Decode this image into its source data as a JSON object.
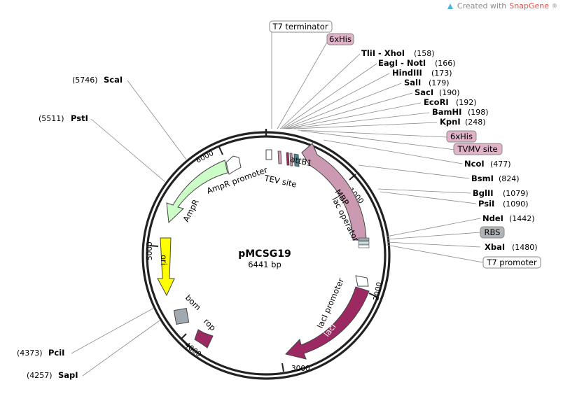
{
  "credit": {
    "prefix": "Created with",
    "brand": "SnapGene",
    "mark": "®",
    "icon": "snapgene-logo-icon"
  },
  "plasmid": {
    "name": "pMCSG19",
    "size_label": "6441 bp"
  },
  "ticks": [
    "1000",
    "2000",
    "3000",
    "4000",
    "5000",
    "6000"
  ],
  "sites_left": [
    {
      "name": "ScaI",
      "pos": "(5746)"
    },
    {
      "name": "PstI",
      "pos": "(5511)"
    },
    {
      "name": "PciI",
      "pos": "(4373)"
    },
    {
      "name": "SapI",
      "pos": "(4257)"
    }
  ],
  "sites_right": [
    {
      "name": "TliI - XhoI",
      "pos": "(158)"
    },
    {
      "name": "EagI - NotI",
      "pos": "(166)"
    },
    {
      "name": "HindIII",
      "pos": "(173)"
    },
    {
      "name": "SalI",
      "pos": "(179)"
    },
    {
      "name": "SacI",
      "pos": "(190)"
    },
    {
      "name": "EcoRI",
      "pos": "(192)"
    },
    {
      "name": "BamHI",
      "pos": "(198)"
    },
    {
      "name": "KpnI",
      "pos": "(248)"
    },
    {
      "name": "NcoI",
      "pos": "(477)"
    },
    {
      "name": "BsmI",
      "pos": "(824)"
    },
    {
      "name": "BglII",
      "pos": "(1079)"
    },
    {
      "name": "PsiI",
      "pos": "(1090)"
    },
    {
      "name": "NdeI",
      "pos": "(1442)"
    },
    {
      "name": "XbaI",
      "pos": "(1480)"
    }
  ],
  "boxed_labels": {
    "t7_terminator": "T7 terminator",
    "his_top": "6xHis",
    "his_mid": "6xHis",
    "tvmv": "TVMV site",
    "rbs": "RBS",
    "t7_promoter": "T7 promoter"
  },
  "features": {
    "ampr_promoter": "AmpR promoter",
    "ampr": "AmpR",
    "ori": "ori",
    "bom": "bom",
    "rop": "rop",
    "laci": "lacI",
    "laci_promoter": "lacI promoter",
    "lac_operator": "lac operator",
    "mbp": "MBP",
    "attb1": "attB1",
    "tev": "TEV site"
  },
  "colors": {
    "ampr": "#ccfdc7",
    "ori": "#ffff00",
    "laci": "#9c2962",
    "rop": "#9c2962",
    "mbp": "#cc99b2",
    "bom": "#a0a8b0",
    "his_box": "#e0b3c8",
    "rbs_box": "#b0b4b8",
    "brand": "#e0524f"
  }
}
